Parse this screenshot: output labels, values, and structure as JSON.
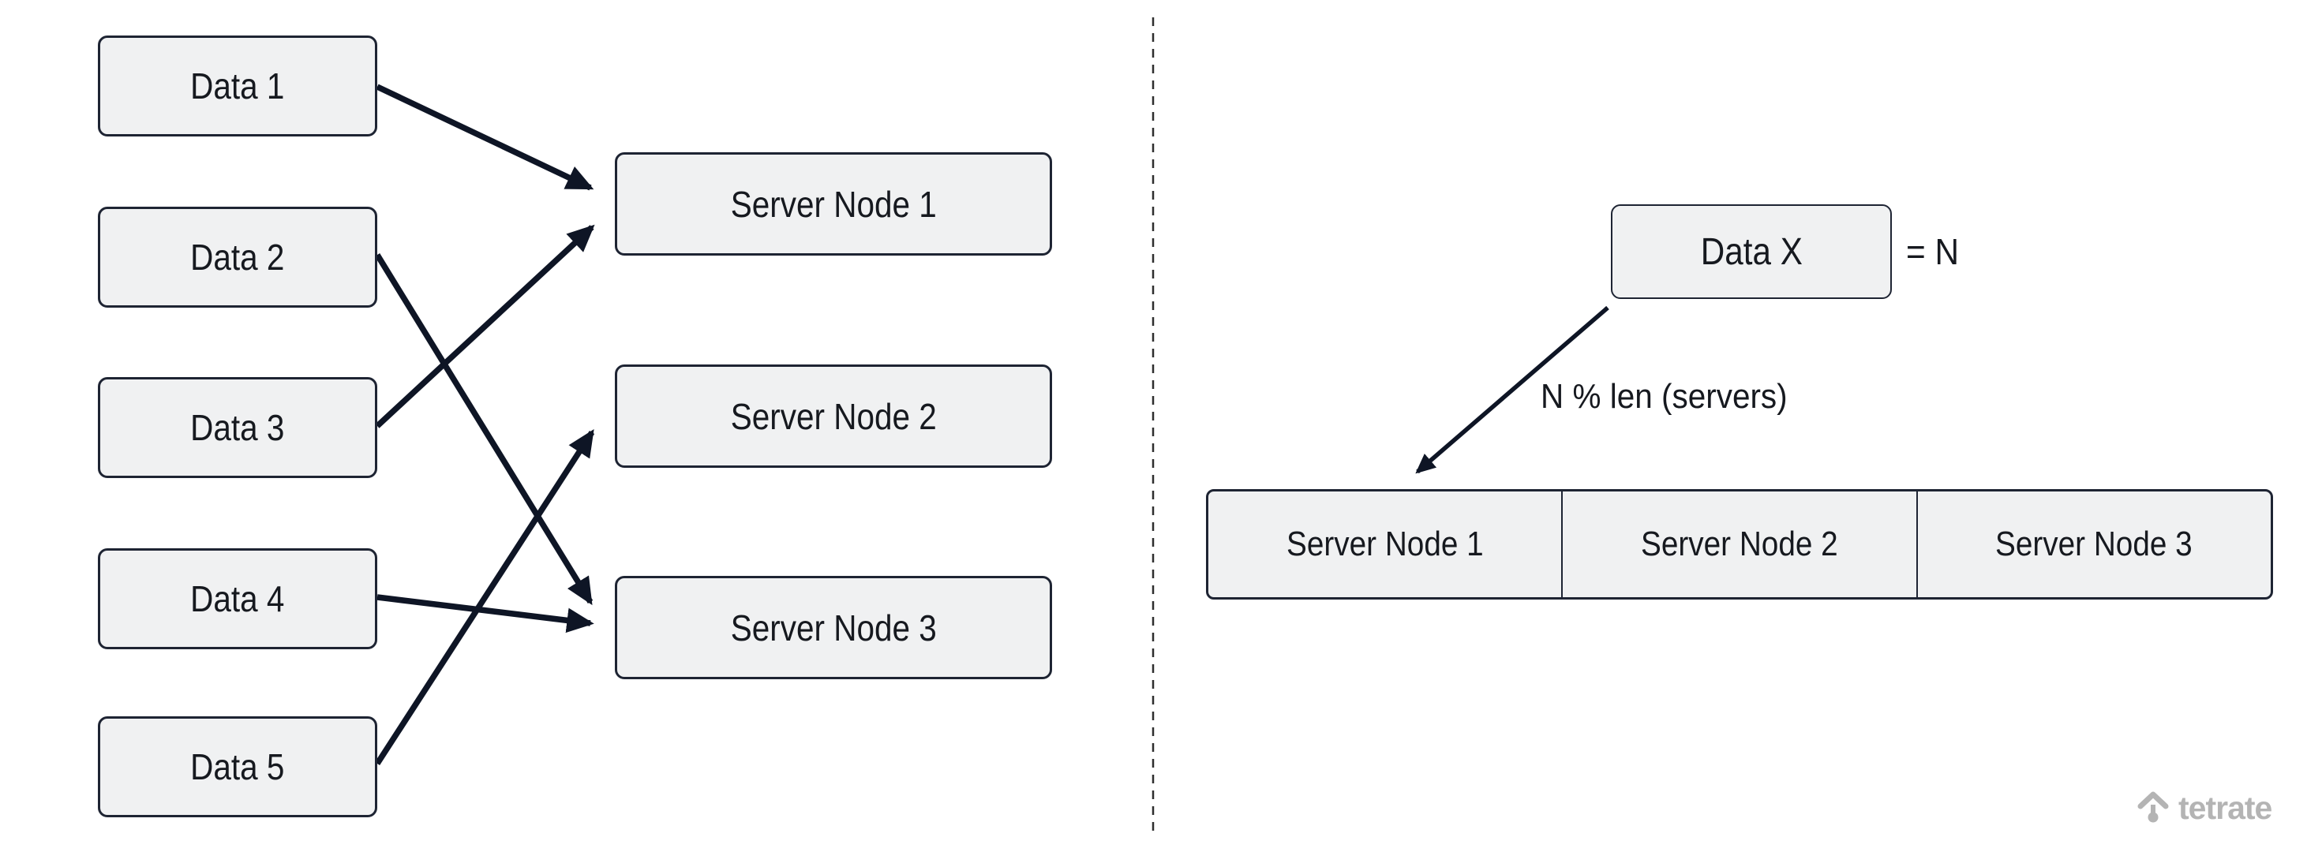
{
  "left_diagram": {
    "data_nodes": [
      {
        "label": "Data 1"
      },
      {
        "label": "Data 2"
      },
      {
        "label": "Data 3"
      },
      {
        "label": "Data 4"
      },
      {
        "label": "Data 5"
      }
    ],
    "server_nodes": [
      {
        "label": "Server Node 1"
      },
      {
        "label": "Server Node 2"
      },
      {
        "label": "Server Node 3"
      }
    ],
    "edges": [
      {
        "from": "Data 1",
        "to": "Server Node 1"
      },
      {
        "from": "Data 2",
        "to": "Server Node 3"
      },
      {
        "from": "Data 3",
        "to": "Server Node 1"
      },
      {
        "from": "Data 4",
        "to": "Server Node 3"
      },
      {
        "from": "Data 5",
        "to": "Server Node 2"
      }
    ]
  },
  "right_diagram": {
    "data_node": {
      "label": "Data X"
    },
    "equals_label": "= N",
    "modulo_label": "N % len (servers)",
    "edge": {
      "from": "Data X",
      "to": "Server Node 1",
      "label": "N % len (servers)"
    },
    "server_cells": [
      {
        "label": "Server Node 1"
      },
      {
        "label": "Server Node 2"
      },
      {
        "label": "Server Node 3"
      }
    ]
  },
  "branding": {
    "logo_text": "tetrate"
  },
  "colors": {
    "node_fill": "#f0f1f2",
    "node_border": "#1e2433",
    "arrow": "#0e1525",
    "divider": "#2e2e2e",
    "text": "#16191f",
    "logo_gray": "#b4b4b4"
  }
}
